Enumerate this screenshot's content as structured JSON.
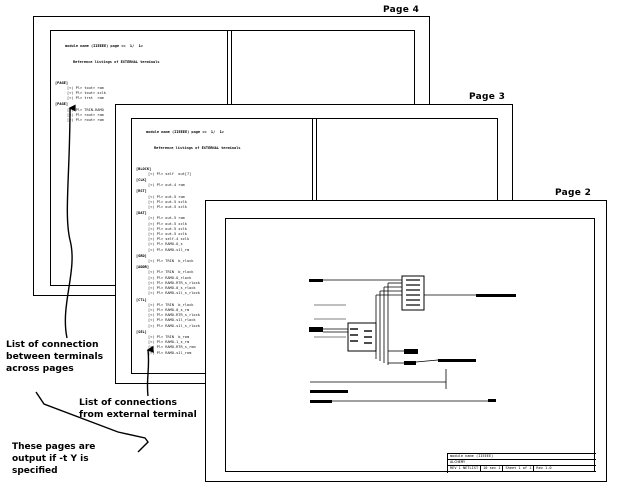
{
  "pages": {
    "page4": {
      "label": "Page 4",
      "header_line1": "module name (IIEEEE) page <<  1/  1>",
      "header_line2": "Reference listings of EXTERNAL terminals",
      "groups": [
        {
          "name": "[PAGE]",
          "lines": [
            "[<) Pl> tout> rom",
            "[<) Pl> tout> xclk",
            "[<) Pl> trst  rom"
          ]
        },
        {
          "name": "[PAGE]",
          "lines": [
            "[<) Pl> TRIN-RAMO",
            "[<) Pl> rout> rom",
            "[<) Pl> rout> rom"
          ]
        }
      ]
    },
    "page3": {
      "label": "Page 3",
      "header_line1": "module name (IIEEEE) page <<  1/  1>",
      "header_line2": "Reference listings of EXTERNAL terminals",
      "groups": [
        {
          "name": "[BLOCK]",
          "lines": [
            "[<) Pl> self  out[7]"
          ]
        },
        {
          "name": "[CLK]",
          "lines": [
            "[<) Pl> out-4 rom"
          ]
        },
        {
          "name": "[RST]",
          "lines": [
            "[<) Pl> out-5 rom",
            "[<) Pl> out-5 xclk",
            "[<) Pl> out-5 xclk"
          ]
        },
        {
          "name": "[DAT]",
          "lines": [
            "[<) Pl> out-5 rom",
            "[<) Pl> out-5 xclk",
            "[<) Pl> out-5 xclk",
            "[<) Pl> out-5 xclk",
            "[<) Pl> self-4 xclk",
            "[<) Pl> RAMO-O_s",
            "[<) Pl> RAMO-s1l_rm"
          ]
        },
        {
          "name": "[GRD]",
          "lines": [
            "[<) Pl> TRIN  b_rlock"
          ]
        },
        {
          "name": "[ADDR]",
          "lines": [
            "[<) Pl> TRIN  b_rlock",
            "[<) Pl> RAMO-O_rlock",
            "[<) Pl> RAMO-RTR_s_rlock",
            "[<) Pl> RAMO-0_s_rlock",
            "[<) Pl> RAMO-s1l_s_rlock"
          ]
        },
        {
          "name": "[CTL]",
          "lines": [
            "[<) Pl> TRIN  b_rlock",
            "[<) Pl> RAMO-0_s_rm",
            "[<) Pl> RAMO-RTR_s_rlock",
            "[<) Pl> RAMO-s1l_rlock",
            "[<) Pl> RAMO-s1l_s_rlock"
          ]
        },
        {
          "name": "[SEL]",
          "lines": [
            "[<) Pl> TRIN  b_rom",
            "[<) Pl> RAMO-1_s_rm",
            "[<) Pl> RAMO-RTR_s_rom",
            "[<) Pl> RAMO-s1l_rom"
          ]
        }
      ]
    },
    "page2": {
      "label": "Page 2",
      "title_block": {
        "row1": "module name (IIEEEE)",
        "row2": "ALCHEMY",
        "row3": [
          "REV 1 NETLIST",
          "10 sec 1",
          "Sheet 1 of 1",
          "Rev 1.0"
        ]
      }
    }
  },
  "annotations": {
    "across_pages": [
      "List of connection",
      "between terminals",
      "across pages"
    ],
    "external": [
      "List of connections",
      "from external terminal"
    ],
    "output_note": [
      "These pages are",
      "output if -t Y is",
      "specified"
    ]
  }
}
